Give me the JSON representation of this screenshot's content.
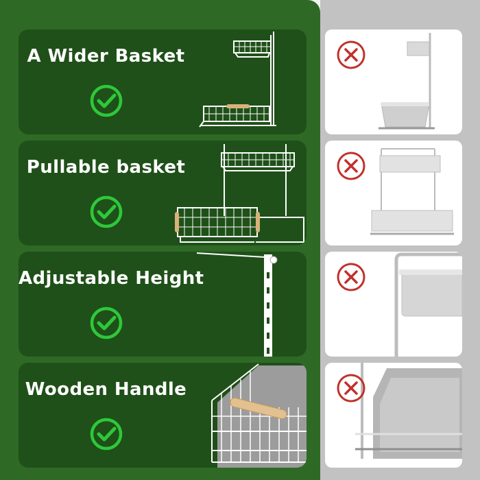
{
  "features": [
    {
      "label": "A Wider Basket",
      "icon": "check-circle-icon",
      "comparison_icon": "x-circle-icon"
    },
    {
      "label": "Pullable basket",
      "icon": "check-circle-icon",
      "comparison_icon": "x-circle-icon"
    },
    {
      "label": "Adjustable Height",
      "icon": "check-circle-icon",
      "comparison_icon": "x-circle-icon"
    },
    {
      "label": "Wooden Handle",
      "icon": "check-circle-icon",
      "comparison_icon": "x-circle-icon"
    }
  ],
  "colors": {
    "green_panel": "#2e6a25",
    "card": "#1f5019",
    "check": "#2ec83a",
    "x_mark": "#c0312b",
    "gray_panel": "#c2c2c2"
  }
}
